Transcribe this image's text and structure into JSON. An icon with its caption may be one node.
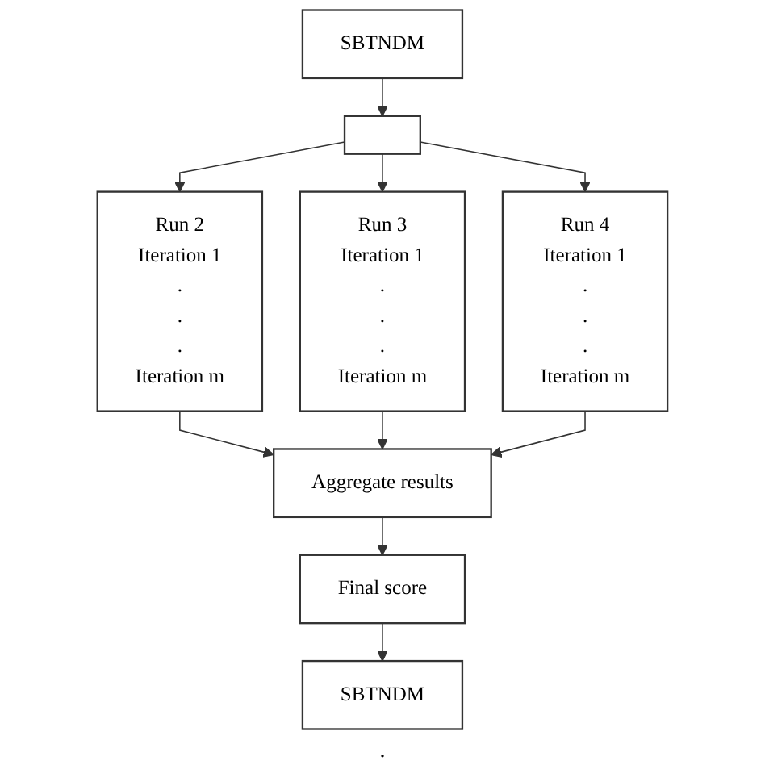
{
  "diagram": {
    "nodes": [
      {
        "text": [
          "SBTNDM"
        ]
      },
      {
        "text": [],
        "shape": "box"
      },
      {
        "text": [
          "Run 2",
          "Iteration 1",
          ".",
          ".",
          ".",
          "Iteration m"
        ]
      },
      {
        "text": [
          "Run 3",
          "Iteration 1",
          ".",
          ".",
          ".",
          "Iteration m"
        ]
      },
      {
        "text": [
          "Run 4",
          "Iteration 1",
          ".",
          ".",
          ".",
          "Iteration m"
        ]
      },
      {
        "text": [
          "Aggregate results"
        ]
      },
      {
        "text": [
          "Final score"
        ]
      },
      {
        "text": [
          "SBTNDM"
        ]
      }
    ],
    "edges": [
      {
        "from": 0,
        "to": 1,
        "arrow": "to"
      },
      {
        "from": 1,
        "to": 2,
        "arrow": "to"
      },
      {
        "from": 1,
        "to": 3,
        "arrow": "to"
      },
      {
        "from": 1,
        "to": 4,
        "arrow": "to"
      },
      {
        "from": 2,
        "to": 5,
        "arrow": "to"
      },
      {
        "from": 3,
        "to": 5,
        "arrow": "to"
      },
      {
        "from": 4,
        "to": 5,
        "arrow": "to"
      },
      {
        "from": 5,
        "to": 6,
        "arrow": "to"
      },
      {
        "from": 6,
        "to": 7,
        "arrow": "to"
      }
    ],
    "labels": [
      "."
    ]
  }
}
